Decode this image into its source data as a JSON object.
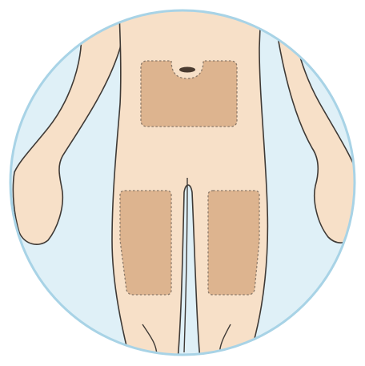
{
  "colors": {
    "background": "#ffffff",
    "circle_fill": "#dff0f7",
    "circle_stroke": "#a8d3e6",
    "skin": "#f7e0c8",
    "skin_outline": "#3f3a36",
    "injection_zone": "#ddb48f",
    "zone_outline": "#8a7868",
    "navel": "#4a3b30"
  },
  "regions": [
    {
      "id": "abdomen"
    },
    {
      "id": "left-thigh"
    },
    {
      "id": "right-thigh"
    }
  ]
}
